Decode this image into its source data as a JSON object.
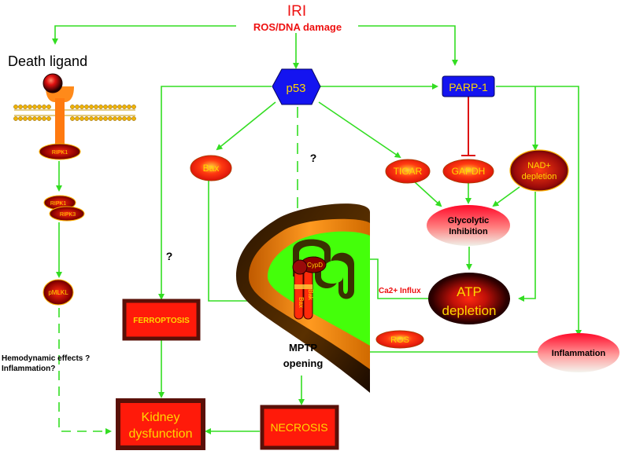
{
  "title": "IRI",
  "subtitle": "ROS/DNA damage",
  "death_ligand": "Death ligand",
  "ripk1": "RIPK1",
  "ripk1_b": "RIPK1",
  "ripk3": "RIPK3",
  "pmlkl": "pMLKL",
  "hemodynamic": "Hemodynamic effects ?",
  "inflammation_q": "Inflammation?",
  "p53": "p53",
  "parp1": "PARP-1",
  "bax": "Bax",
  "tigar": "TIGAR",
  "gapdh": "GAPDH",
  "nad_line1": "NAD+",
  "nad_line2": "depletion",
  "glyco_line1": "Glycolytic",
  "glyco_line2": "Inhibition",
  "atp_line1": "ATP",
  "atp_line2": "depletion",
  "ca_influx": "Ca2+ Influx",
  "ros": "ROS",
  "inflammation": "Inflammation",
  "cypd": "CypD",
  "bak": "Bak",
  "bax_small": "Bax",
  "q_center": "?",
  "q_left": "?",
  "ferroptosis": "FERROPTOSIS",
  "mptp_line1": "MPTP",
  "mptp_line2": "opening",
  "necrosis": "NECROSIS",
  "kidney_line1": "Kidney",
  "kidney_line2": "dysfunction",
  "colors": {
    "arrow": "#33dd22",
    "red_text": "#ee1111",
    "box_fill": "#ff1a0a",
    "box_border": "#5a1008",
    "yellow_text": "#ffd700",
    "blue": "#1010ee",
    "orange": "#ff7a1a"
  }
}
